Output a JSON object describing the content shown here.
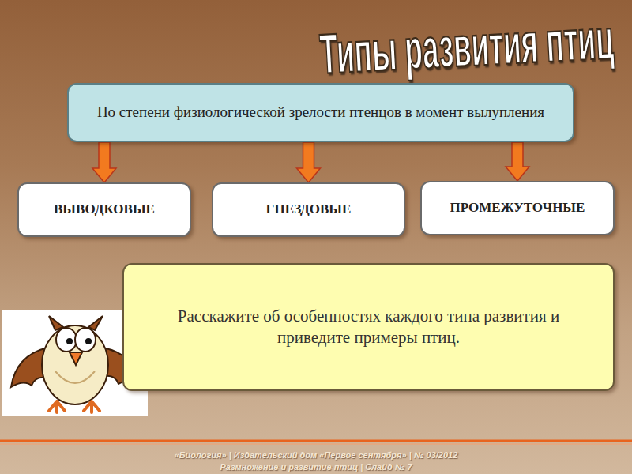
{
  "diagram": {
    "title": "Типы развития птиц",
    "nodes": [
      {
        "text": [
          "По степени физиологической зрелости птенцов в момент вылупления"
        ]
      },
      {
        "text": [
          "ВЫВОДКОВЫЕ"
        ]
      },
      {
        "text": [
          "ГНЕЗДОВЫЕ"
        ]
      },
      {
        "text": [
          "ПРОМЕЖУТОЧНЫЕ"
        ]
      },
      {
        "text": [
          "Расскажите об особенностях каждого типа развития и приведите примеры птиц."
        ]
      }
    ],
    "edges": [
      {
        "from": 0,
        "to": 1,
        "arrow": "to"
      },
      {
        "from": 0,
        "to": 2,
        "arrow": "to"
      },
      {
        "from": 0,
        "to": 3,
        "arrow": "to"
      }
    ],
    "labels": [
      "«Биология» | Издательский дом «Первое сентября» | № 03/2012",
      "Размножение и развитие птиц | Слайд № 7"
    ]
  }
}
